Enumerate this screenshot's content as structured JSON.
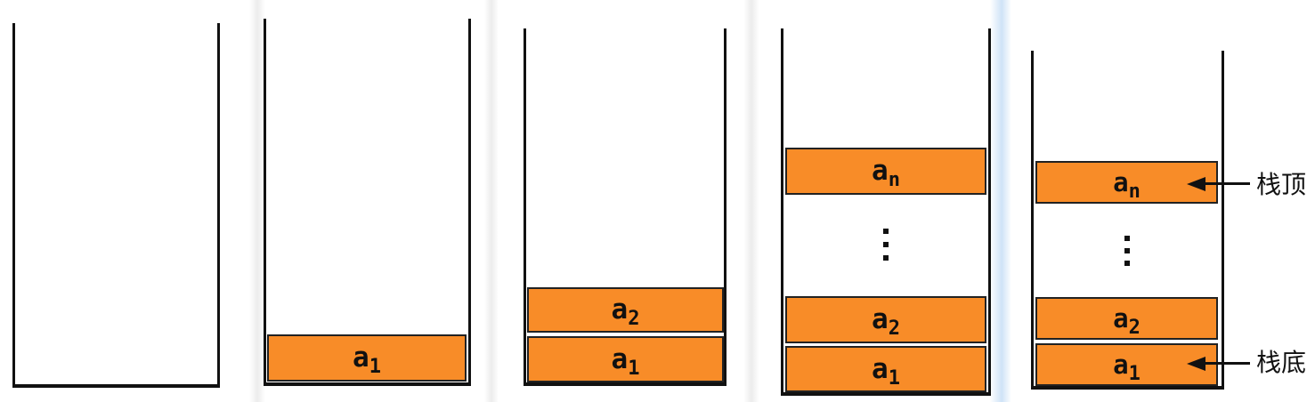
{
  "figure": {
    "name": "stack-push-sequence-diagram",
    "stages": [
      {
        "name": "empty-stack",
        "blocks": []
      },
      {
        "name": "one-element",
        "blocks": [
          {
            "base": "a",
            "sub": "1"
          }
        ]
      },
      {
        "name": "two-elements",
        "blocks": [
          {
            "base": "a",
            "sub": "2"
          },
          {
            "base": "a",
            "sub": "1"
          }
        ]
      },
      {
        "name": "n-elements",
        "has_ellipsis": true,
        "blocks": [
          {
            "base": "a",
            "sub": "n"
          },
          {
            "base": "a",
            "sub": "2"
          },
          {
            "base": "a",
            "sub": "1"
          }
        ]
      },
      {
        "name": "n-elements-labeled",
        "has_ellipsis": true,
        "blocks": [
          {
            "base": "a",
            "sub": "n"
          },
          {
            "base": "a",
            "sub": "2"
          },
          {
            "base": "a",
            "sub": "1"
          }
        ],
        "annotations": {
          "top": "栈顶",
          "bottom": "栈底"
        }
      }
    ],
    "ellipsis_symbol": "⋮",
    "colors": {
      "block_fill": "#F88C28",
      "block_border": "#222222",
      "wall": "#111111",
      "separator_gray": "#ECECEC",
      "separator_blue": "#CFE3F7",
      "text": "#111111"
    }
  }
}
